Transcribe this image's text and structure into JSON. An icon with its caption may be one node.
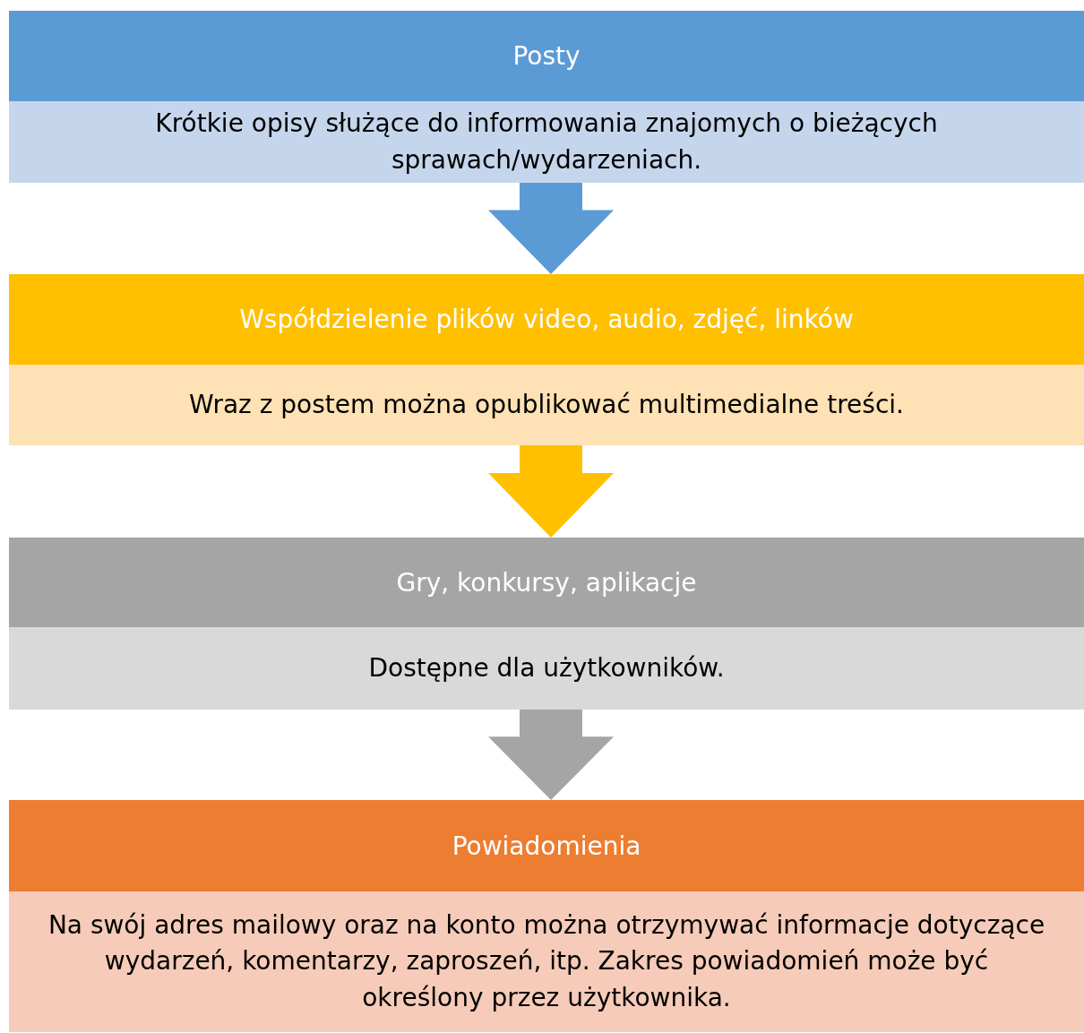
{
  "diagram": {
    "nodes": [
      {
        "text": [
          "Posty",
          "Krótkie opisy służące do informowania znajomych o bieżących sprawach/wydarzeniach."
        ]
      },
      {
        "text": [
          "Współdzielenie plików video, audio, zdjęć, linków",
          "Wraz z postem można opublikować multimedialne treści."
        ]
      },
      {
        "text": [
          "Gry, konkursy, aplikacje",
          "Dostępne dla użytkowników."
        ]
      },
      {
        "text": [
          "Powiadomienia",
          "Na swój adres mailowy oraz na konto można otrzymywać informacje dotyczące wydarzeń, komentarzy, zaproszeń, itp. Zakres powiadomień może być określony przez użytkownika."
        ]
      }
    ],
    "edges": [
      {
        "from": 0,
        "to": 1,
        "arrow": "to",
        "style": "thick",
        "color": "#5b9bd5"
      },
      {
        "from": 1,
        "to": 2,
        "arrow": "to",
        "style": "thick",
        "color": "#ffc000"
      },
      {
        "from": 2,
        "to": 3,
        "arrow": "to",
        "style": "thick",
        "color": "#a5a5a5"
      }
    ]
  }
}
